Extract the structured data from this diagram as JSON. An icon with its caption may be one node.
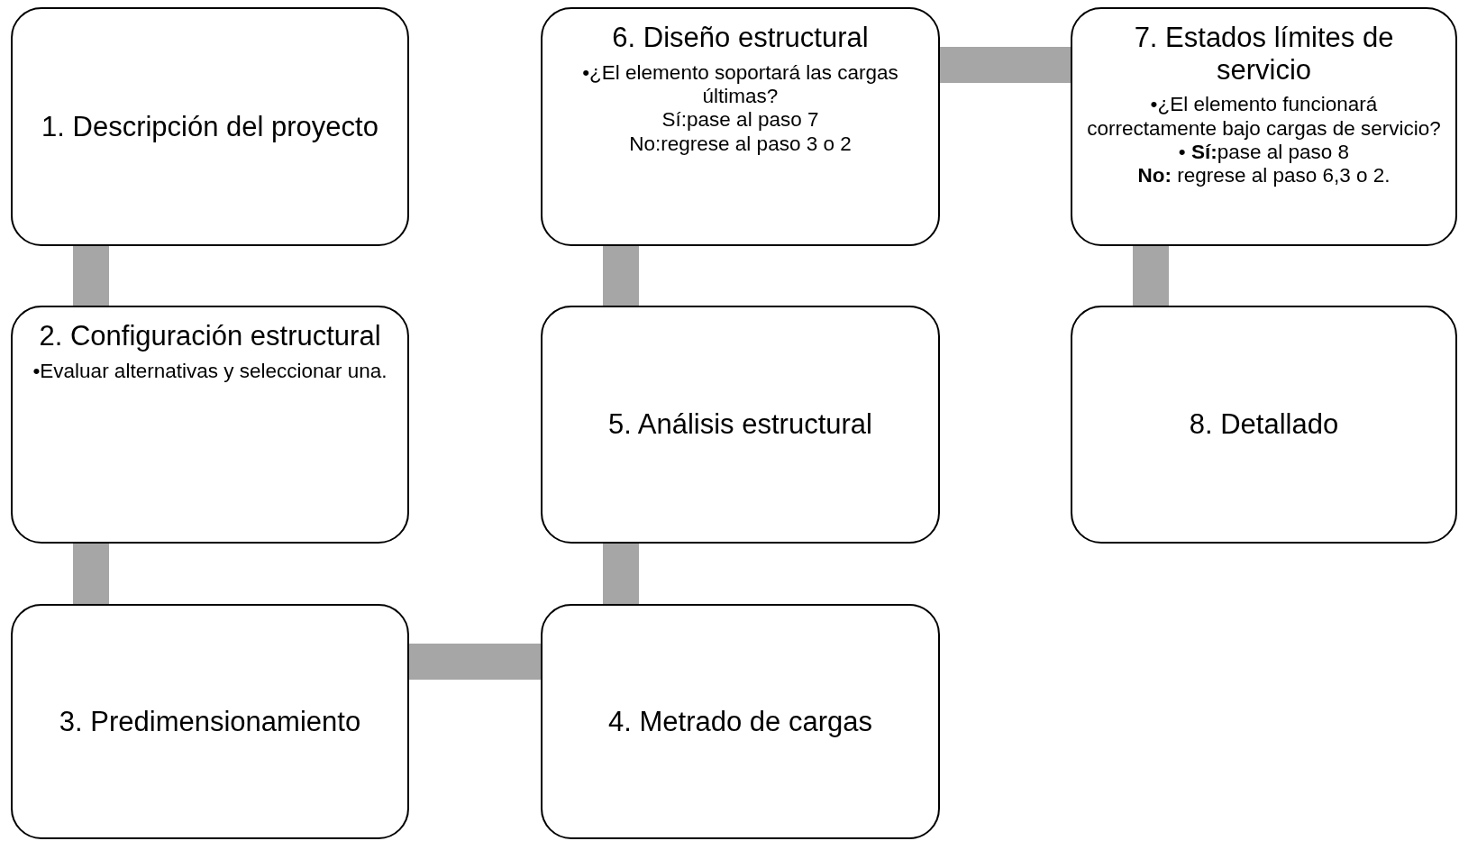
{
  "diagram": {
    "nodes": [
      {
        "text": [
          "1. Descripción del proyecto"
        ]
      },
      {
        "text": [
          "2. Configuración estructural",
          "•Evaluar alternativas y seleccionar una."
        ]
      },
      {
        "text": [
          "3. Predimensionamiento"
        ]
      },
      {
        "text": [
          "4. Metrado de cargas"
        ]
      },
      {
        "text": [
          "5. Análisis estructural"
        ]
      },
      {
        "text": [
          "6. Diseño estructural",
          "•¿El elemento soportará las cargas últimas?",
          "Sí:pase al paso 7",
          "No:regrese al paso 3 o 2"
        ]
      },
      {
        "text": [
          "7. Estados límites de servicio",
          "•¿El elemento funcionará correctamente bajo cargas de servicio?",
          "• **Sí:**pase al paso 8",
          "**No:** regrese al paso 6,3 o 2."
        ]
      },
      {
        "text": [
          "8. Detallado"
        ]
      }
    ],
    "edges": [
      {
        "from": 0,
        "to": 1,
        "arrow": "none"
      },
      {
        "from": 1,
        "to": 2,
        "arrow": "none"
      },
      {
        "from": 2,
        "to": 3,
        "arrow": "none"
      },
      {
        "from": 3,
        "to": 4,
        "arrow": "none"
      },
      {
        "from": 4,
        "to": 5,
        "arrow": "none"
      },
      {
        "from": 5,
        "to": 6,
        "arrow": "none"
      },
      {
        "from": 6,
        "to": 7,
        "arrow": "none"
      }
    ]
  }
}
